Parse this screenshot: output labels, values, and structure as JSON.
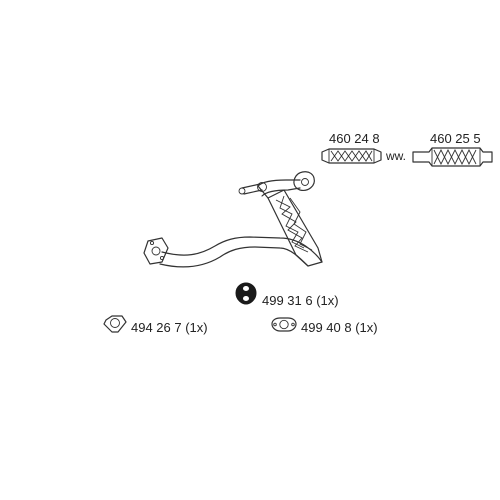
{
  "parts": {
    "flex_pipe_a": {
      "number": "460 24 8"
    },
    "flex_pipe_b": {
      "number": "460 25 5"
    },
    "separator": "ww.",
    "rubber_mount": {
      "number": "499 31 6 (1x)"
    },
    "gasket_triangle": {
      "number": "494 26 7 (1x)"
    },
    "gasket_oval": {
      "number": "499 40 8 (1x)"
    }
  }
}
